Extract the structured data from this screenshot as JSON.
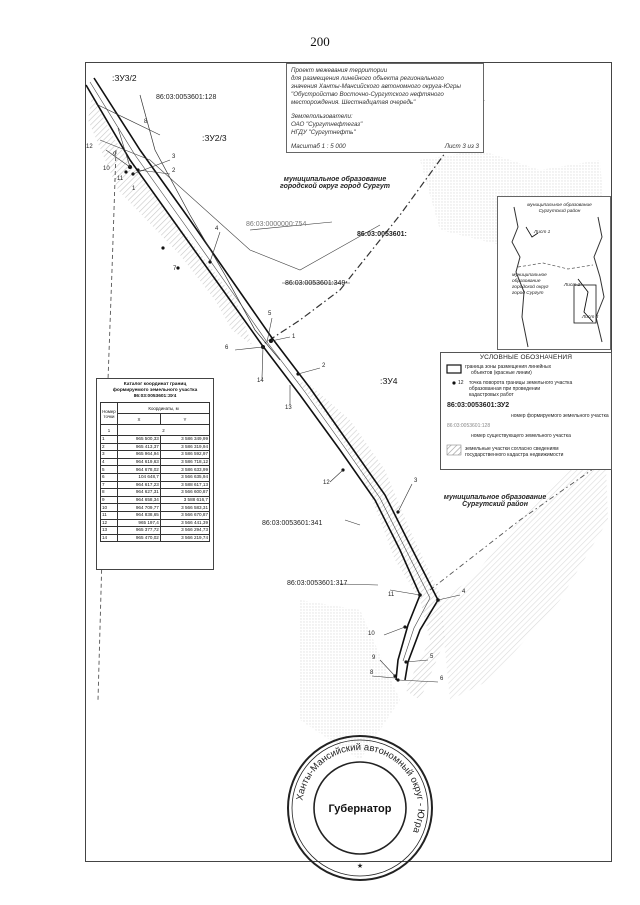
{
  "page_number": "200",
  "title_block": {
    "line1": "Проект межевания территории",
    "line2": "для размещения линейного объекта регионального",
    "line3": "значения Ханты-Мансийского автономного округа-Югры",
    "line4": "\"Обустройство Восточно-Сургутского нефтяного",
    "line5": "месторождения. Шестнадцатая очередь\"",
    "land_users_label": "Землепользователи:",
    "land_user1": "ОАО \"Сургутнефтегаз\"",
    "land_user2": "НГДУ \"Сургутнефть\"",
    "scale": "Масштаб 1 : 5 000",
    "sheet": "Лист 3 из 3"
  },
  "map_labels": {
    "zu32": ":ЗУ3/2",
    "zu23": ":ЗУ2/3",
    "zu4": ":ЗУ4",
    "muni_city_l1": "муниципальное образование",
    "muni_city_l2": "городской округ город Сургут",
    "muni_district_l1": "муниципальное образование",
    "muni_district_l2": "Сургутский район",
    "cad_128": "86:03:0053601:128",
    "cad_754": "86:03:0000000:754",
    "cad_0053601": "86:03:0053601:",
    "cad_349": "86:03:0053601:349",
    "cad_341": "86:03:0053601:341",
    "cad_317": "86:03:0053601:317"
  },
  "points_left": [
    "12",
    "8",
    "10",
    "9",
    "1",
    "11",
    "2",
    "3",
    "4",
    "5",
    "6",
    "7",
    "14",
    "13"
  ],
  "points_right": [
    "1",
    "2",
    "3",
    "4",
    "5",
    "6",
    "7",
    "8",
    "9",
    "10",
    "11",
    "12"
  ],
  "inset": {
    "district_l1": "муниципальное образование",
    "district_l2": "Сургутский район",
    "city_l1": "муниципальное",
    "city_l2": "образование",
    "city_l3": "городской округ",
    "city_l4": "город Сургут",
    "sheet1": "Лист 1",
    "sheet2": "Лист 2",
    "sheet3": "Лист 3"
  },
  "legend": {
    "title": "УСЛОВНЫЕ ОБОЗНАЧЕНИЯ",
    "item1a": "граница зоны размещения линейных",
    "item1b": "объектов (красные линии)",
    "item2_num": "12",
    "item2a": "точка поворота границы земельного участка",
    "item2b": "образованная при проведении",
    "item2c": "кадастровых работ",
    "item3_code": "86:03:0053601:ЗУ2",
    "item3": "номер формируемого земельного участка",
    "item4_code": "86:03:0053601:128",
    "item4": "номер существующего земельного участка",
    "item5a": "земельные участки согласно сведениям",
    "item5b": "государственного кадастра недвижимости"
  },
  "catalog": {
    "caption_l1": "Каталог координат границ",
    "caption_l2": "формируемого земельного участка",
    "caption_l3": "86:03:0053601:ЗУ4",
    "col_num": "Номер точки",
    "col_coords": "Координаты, м",
    "col_x": "X",
    "col_y": "Y",
    "idx1": "1",
    "idx2": "2",
    "rows": [
      [
        "1",
        "965 500,33",
        "3 586 349,99"
      ],
      [
        "2",
        "965 413,37",
        "3 586 319,94"
      ],
      [
        "3",
        "965 964,94",
        "3 586 592,97"
      ],
      [
        "4",
        "964 619,63",
        "3 586 718,12"
      ],
      [
        "5",
        "964 678,02",
        "3 586 633,99"
      ],
      [
        "6",
        "104 648,7",
        "3 566 635,94"
      ],
      [
        "7",
        "964 617,23",
        "3 588 617,13"
      ],
      [
        "8",
        "964 627,31",
        "3 566 600,87"
      ],
      [
        "9",
        "964 658,34",
        "3 588 616,7"
      ],
      [
        "10",
        "964 709,77",
        "3 566 583,31"
      ],
      [
        "11",
        "964 838,65",
        "3 566 670,87"
      ],
      [
        "12",
        "965 197,4",
        "3 566 441,39"
      ],
      [
        "13",
        "965 377,72",
        "3 566 294,73"
      ],
      [
        "14",
        "965 470,02",
        "3 566 219,74"
      ]
    ]
  },
  "stamp": {
    "ring_text": "Ханты-Мансийский автономный округ - Югра",
    "center": "Губернатор"
  }
}
